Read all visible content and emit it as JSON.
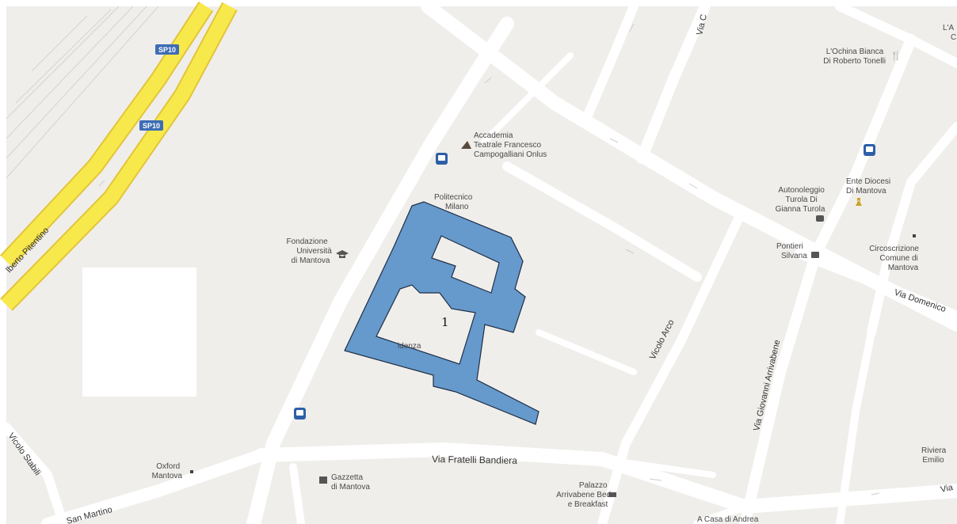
{
  "colors": {
    "land": "#f0eeeb",
    "road": "#ffffff",
    "highway": "#f7e94c",
    "highway_edge": "#e3c43a",
    "building_highlight": "#6699cc",
    "building_outline": "#1e2f44",
    "bus_stop": "#2d5fa8",
    "shield": "#3e6db5"
  },
  "road_shields": [
    {
      "id": "sp10-top",
      "label": "SP10"
    },
    {
      "id": "sp10-mid",
      "label": "SP10"
    }
  ],
  "streets": {
    "pitentino": "lberto Pitentino",
    "fratelli_bandiera": "Via Fratelli Bandiera",
    "vicolo_arco": "Vicolo Arco",
    "giovanni_arrivabene": "Via Giovanni Arrivabene",
    "domenico": "Via Domenico",
    "vicolo_stabili": "Vicolo Stabili",
    "san_martino": "San Martino",
    "via_c": "Via C",
    "via_right_bottom": "Via"
  },
  "places": {
    "ochina": [
      "L'Ochina Bianca",
      "Di Roberto Tonelli"
    ],
    "accademia": [
      "Accademia",
      "Teatrale Francesco",
      "Campogalliani Onlus"
    ],
    "politecnico": [
      "Politecnico",
      "Milano"
    ],
    "fondazione": [
      "Fondazione",
      "Università",
      "di Mantova"
    ],
    "autonoleggio": [
      "Autonoleggio",
      "Turola Di",
      "Gianna Turola"
    ],
    "ente_diocesi": [
      "Ente Diocesi",
      "Di Mantova"
    ],
    "pontieri": [
      "Pontieri",
      "Silvana"
    ],
    "circoscrizione": [
      "Circoscrizione",
      "Comune di",
      "Mantova"
    ],
    "residenza": "idenza",
    "oxford": [
      "Oxford",
      "Mantova"
    ],
    "gazzetta": [
      "Gazzetta",
      "di Mantova"
    ],
    "palazzo": [
      "Palazzo",
      "Arrivabene Bed",
      "e Breakfast"
    ],
    "casa_andrea": "A Casa di Andrea",
    "riviera": [
      "Riviera",
      "Emilio"
    ],
    "top_right": [
      "L'A",
      "C"
    ]
  },
  "highlight": {
    "label": "1"
  },
  "icons": {
    "bus_stop": "bus-stop-icon",
    "restaurant": "fork-knife-icon",
    "school": "graduation-cap-icon",
    "theater": "theater-icon",
    "car_rental": "car-icon",
    "church": "church-icon",
    "shop": "bag-icon",
    "news": "newspaper-icon",
    "hotel": "bed-icon"
  }
}
